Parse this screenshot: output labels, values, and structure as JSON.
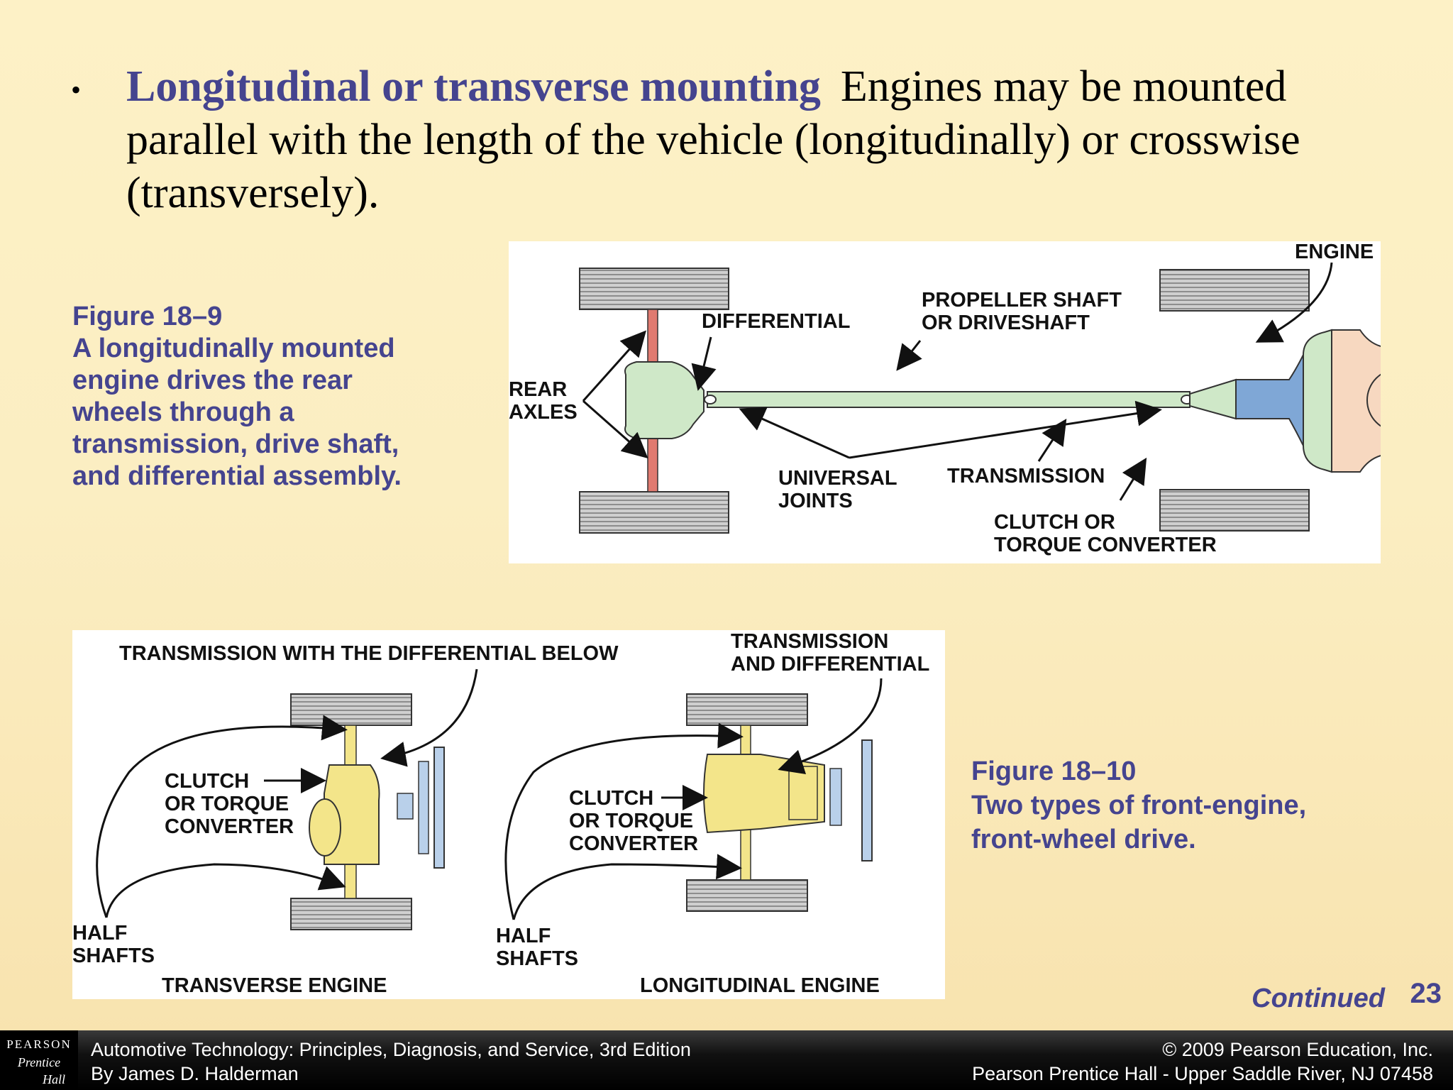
{
  "bullet": {
    "term": "Longitudinal or transverse mounting",
    "text": "Engines may be mounted parallel with the length of the vehicle (longitudinally) or crosswise (transversely)."
  },
  "figure1": {
    "caption_title": "Figure 18–9",
    "caption_lines": [
      "A longitudinally mounted",
      "engine drives the rear",
      "wheels through a",
      "transmission, drive shaft,",
      "and differential assembly."
    ],
    "labels": {
      "engine": "ENGINE",
      "propeller_1": "PROPELLER SHAFT",
      "propeller_2": "OR DRIVESHAFT",
      "differential": "DIFFERENTIAL",
      "rear_1": "REAR",
      "rear_2": "AXLES",
      "universal_1": "UNIVERSAL",
      "universal_2": "JOINTS",
      "transmission": "TRANSMISSION",
      "clutch_1": "CLUTCH OR",
      "clutch_2": "TORQUE CONVERTER"
    }
  },
  "figure2": {
    "caption_title": "Figure 18–10",
    "caption_lines": [
      "Two types of front-engine,",
      "front-wheel drive."
    ],
    "labels": {
      "trans_diff_below": "TRANSMISSION WITH THE DIFFERENTIAL BELOW",
      "trans_and_diff_1": "TRANSMISSION",
      "trans_and_diff_2": "AND DIFFERENTIAL",
      "clutch_1": "CLUTCH",
      "clutch_2": "OR TORQUE",
      "clutch_3": "CONVERTER",
      "half_1": "HALF",
      "half_2": "SHAFTS",
      "transverse": "TRANSVERSE ENGINE",
      "longitudinal": "LONGITUDINAL ENGINE"
    }
  },
  "continued": "Continued",
  "page_number": "23",
  "footer": {
    "logo_1": "PEARSON",
    "logo_2": "Prentice",
    "logo_3": "Hall",
    "left_1": "Automotive Technology: Principles, Diagnosis, and Service, 3rd Edition",
    "left_2": "By James D. Halderman",
    "right_1": "© 2009 Pearson Education, Inc.",
    "right_2": "Pearson Prentice Hall - Upper Saddle River, NJ 07458"
  },
  "colors": {
    "accent": "#45448f",
    "differential": "#cfe8c8",
    "axle": "#e07a70",
    "transmission": "#7fa7d6",
    "engine": "#f7d8c0",
    "engine_fwd": "#f3e58a",
    "flywheel": "#b9d0ea"
  }
}
